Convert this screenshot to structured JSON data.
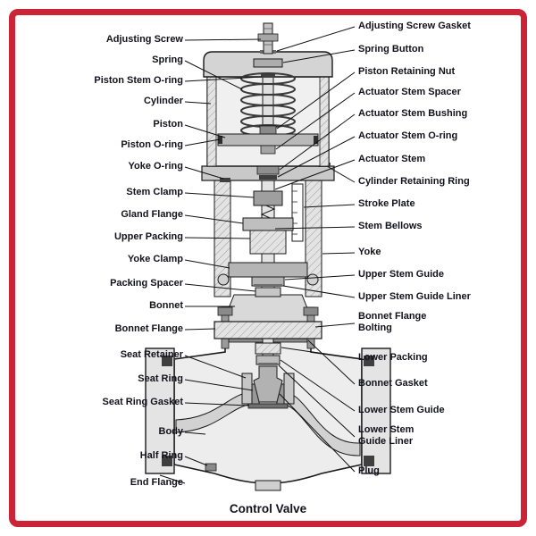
{
  "title": "Control Valve",
  "colors": {
    "frame_red": "#cb2436",
    "outline": "#1a1a1a",
    "metal_light": "#efefef",
    "metal_mid": "#c9c9c9",
    "metal_dark": "#9a9a9a"
  },
  "diagram": {
    "left_labels": [
      {
        "text": "Adjusting Screw"
      },
      {
        "text": "Spring"
      },
      {
        "text": "Piston Stem O-ring"
      },
      {
        "text": "Cylinder"
      },
      {
        "text": "Piston"
      },
      {
        "text": "Piston O-ring"
      },
      {
        "text": "Yoke O-ring"
      },
      {
        "text": "Stem Clamp"
      },
      {
        "text": "Gland Flange"
      },
      {
        "text": "Upper Packing"
      },
      {
        "text": "Yoke Clamp"
      },
      {
        "text": "Packing Spacer"
      },
      {
        "text": "Bonnet"
      },
      {
        "text": "Bonnet Flange"
      },
      {
        "text": "Seat Retainer"
      },
      {
        "text": "Seat Ring"
      },
      {
        "text": "Seat Ring Gasket"
      },
      {
        "text": "Body"
      },
      {
        "text": "Half Ring"
      },
      {
        "text": "End Flange"
      }
    ],
    "right_labels": [
      {
        "text": "Adjusting Screw Gasket"
      },
      {
        "text": "Spring Button"
      },
      {
        "text": "Piston Retaining Nut"
      },
      {
        "text": "Actuator Stem Spacer"
      },
      {
        "text": "Actuator Stem Bushing"
      },
      {
        "text": "Actuator Stem O-ring"
      },
      {
        "text": "Actuator Stem"
      },
      {
        "text": "Cylinder Retaining Ring"
      },
      {
        "text": "Stroke Plate"
      },
      {
        "text": "Stem Bellows"
      },
      {
        "text": "Yoke"
      },
      {
        "text": "Upper Stem Guide"
      },
      {
        "text": "Upper Stem Guide Liner"
      },
      {
        "text": "Bonnet Flange Bolting"
      },
      {
        "text": "Lower Packing"
      },
      {
        "text": "Bonnet Gasket"
      },
      {
        "text": "Lower Stem Guide"
      },
      {
        "text": "Lower Stem Guide Liner"
      },
      {
        "text": "Plug"
      }
    ]
  }
}
